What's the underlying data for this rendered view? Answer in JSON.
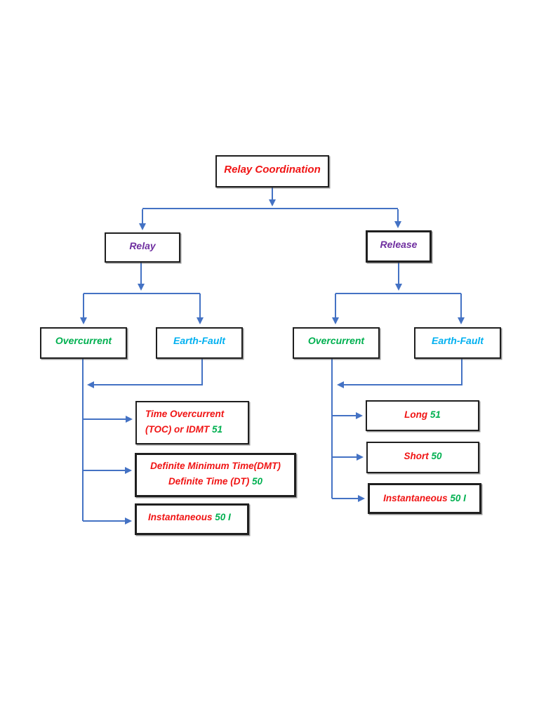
{
  "colors": {
    "connector": "#4472c4",
    "red": "#f01414",
    "green": "#00b050",
    "purple": "#7030a0",
    "cyan": "#00b0f0",
    "border": "#1f1f1f",
    "background": "#ffffff"
  },
  "nodes": {
    "root": {
      "label": "Relay Coordination"
    },
    "relay": {
      "label": "Relay"
    },
    "release": {
      "label": "Release"
    },
    "relay_overcurrent": {
      "label": "Overcurrent"
    },
    "relay_earth_fault": {
      "label": "Earth-Fault"
    },
    "release_overcurrent": {
      "label": "Overcurrent"
    },
    "release_earth_fault": {
      "label": "Earth-Fault"
    },
    "toc": {
      "line1": "Time Overcurrent",
      "line2": "(TOC) or IDMT",
      "code": "51"
    },
    "dmt": {
      "line1": "Definite Minimum Time(DMT)",
      "line2": "Definite Time (DT)",
      "code": "50"
    },
    "relay_instantaneous": {
      "label": "Instantaneous",
      "code": "50 I"
    },
    "long": {
      "label": "Long",
      "code": "51"
    },
    "short": {
      "label": "Short",
      "code": "50"
    },
    "release_instantaneous": {
      "label": "Instantaneous",
      "code": "50 I"
    }
  }
}
